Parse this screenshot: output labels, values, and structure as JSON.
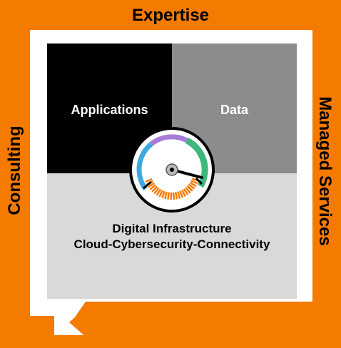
{
  "frame": {
    "top_label": "Expertise",
    "left_label": "Consulting",
    "right_label": "Managed Services",
    "accent_color": "#F47A00"
  },
  "quadrants": {
    "applications": {
      "label": "Applications",
      "color": "#000000"
    },
    "data": {
      "label": "Data",
      "color": "#8C8C8C"
    },
    "infrastructure": {
      "line1": "Digital Infrastructure",
      "line2": "Cloud-Cybersecurity-Connectivity",
      "color": "#D9D9D9"
    }
  },
  "gauge": {
    "arc_colors": [
      "#3BA9E0",
      "#A77BD6",
      "#3DB77B"
    ],
    "tick_color": "#F47A00"
  }
}
